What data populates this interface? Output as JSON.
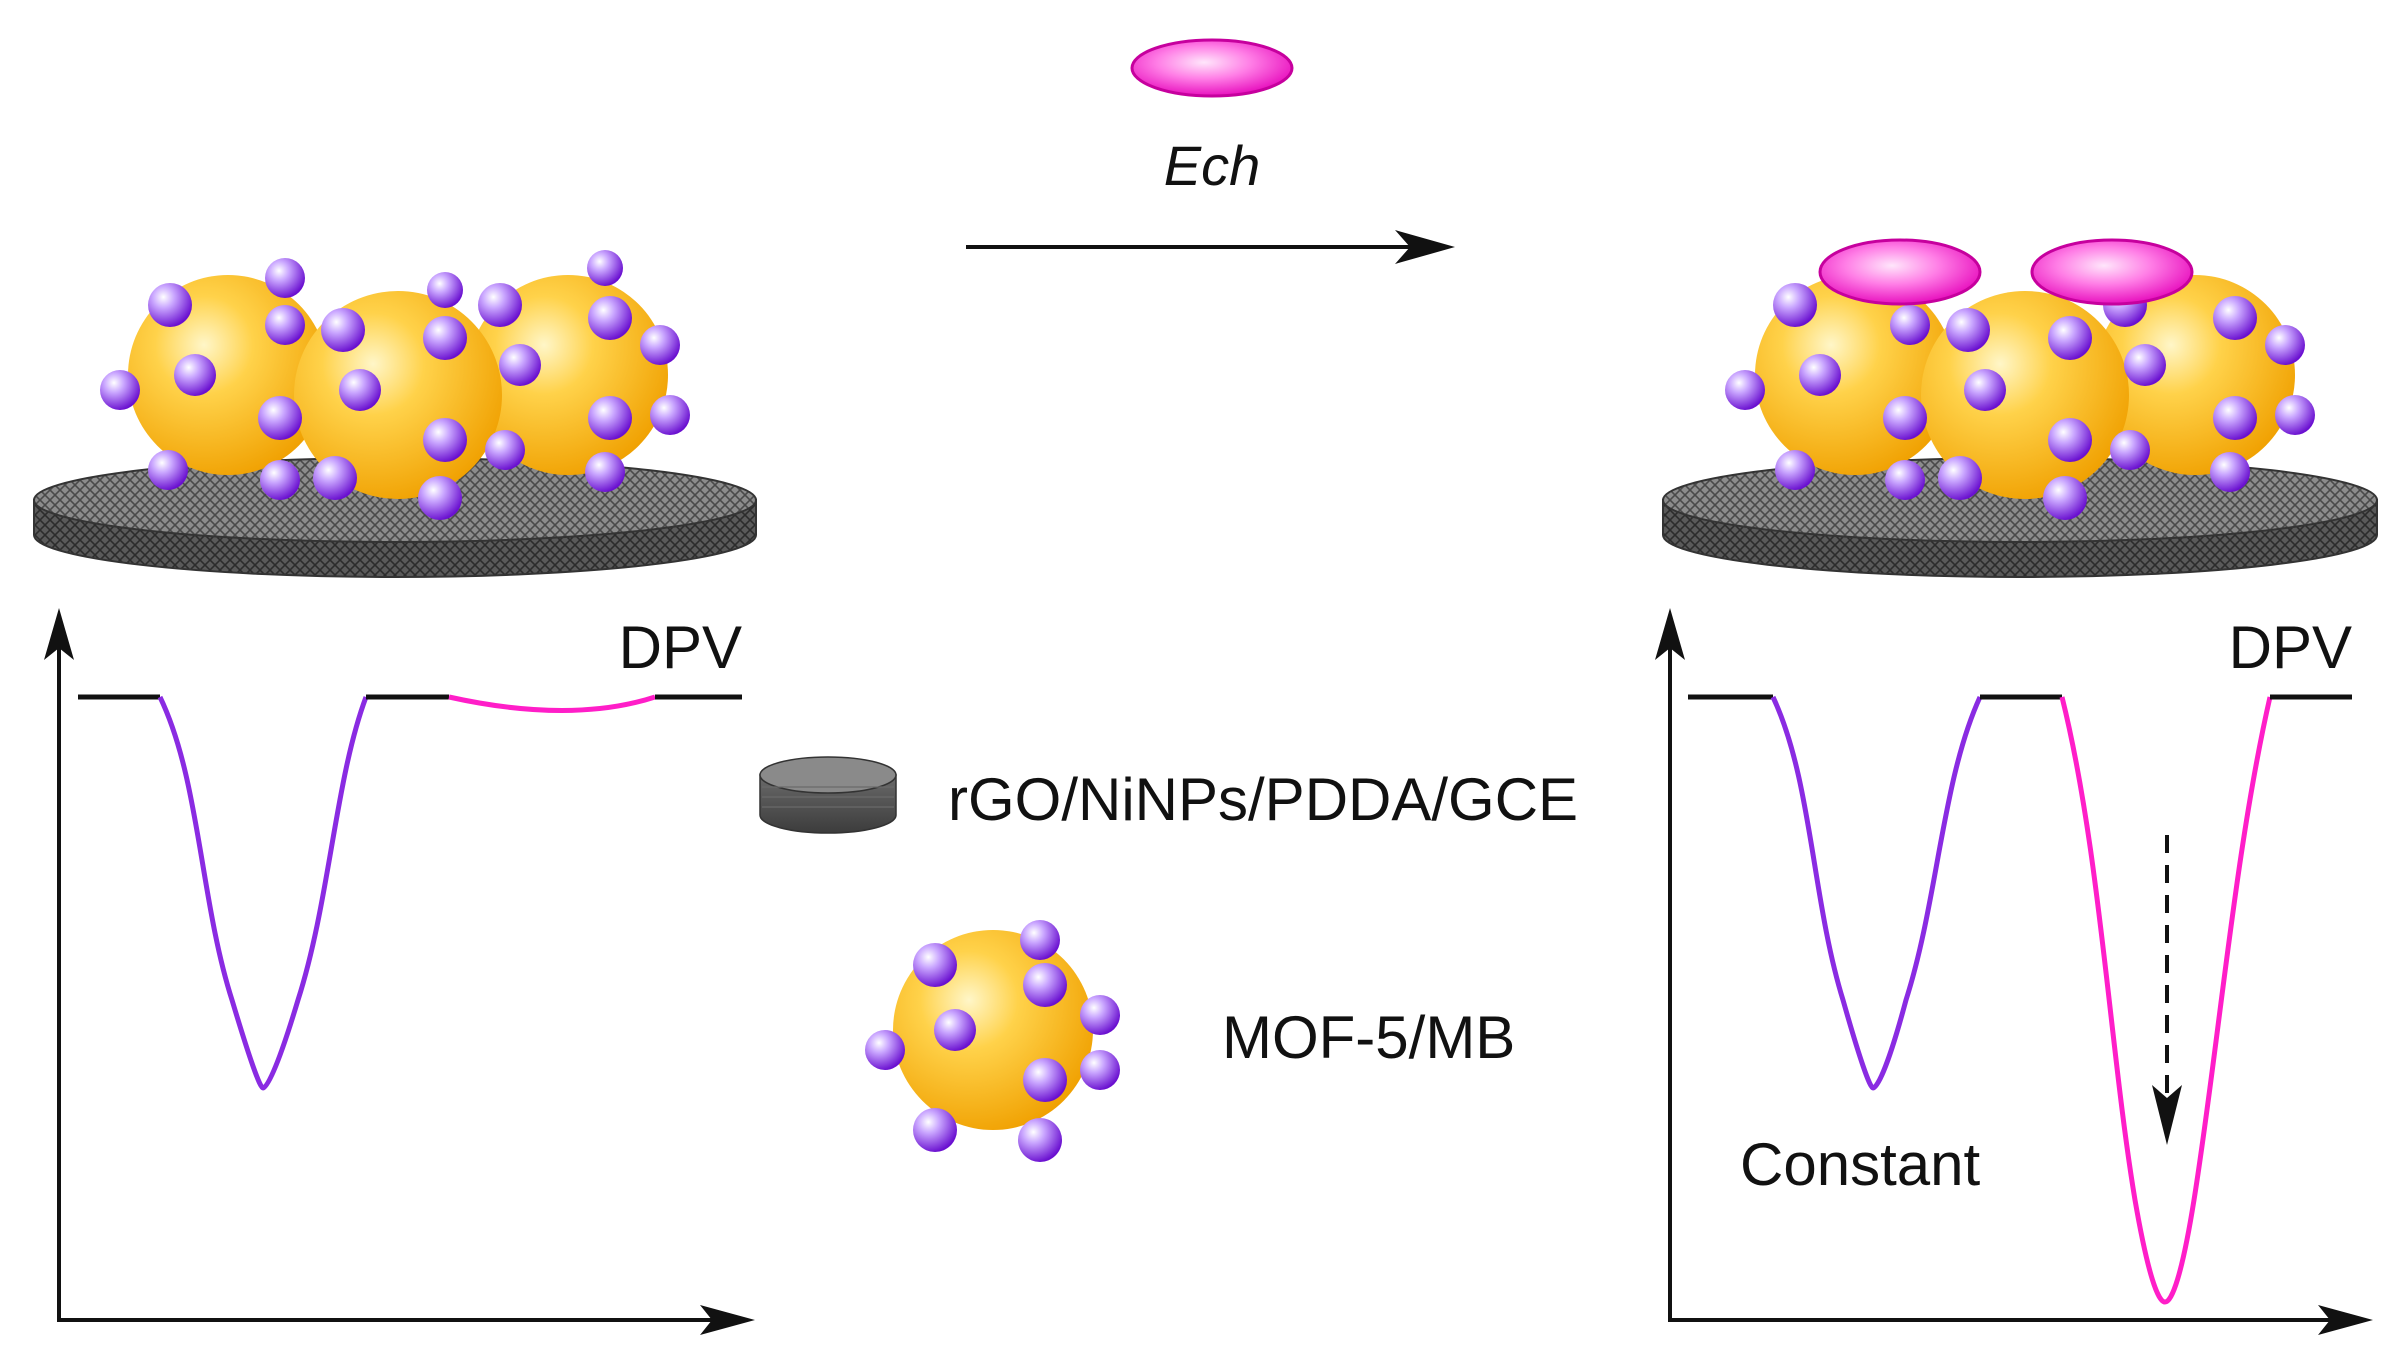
{
  "reagent_label": "Ech",
  "legend": {
    "electrode_label": "rGO/NiNPs/PDDA/GCE",
    "particle_label": "MOF-5/MB"
  },
  "left_plot": {
    "label": "DPV"
  },
  "right_plot": {
    "label": "DPV",
    "note": "Constant"
  },
  "colors": {
    "gold_center": "#ffe082",
    "gold_edge": "#f5a80f",
    "purple_center": "#e6d4ff",
    "purple_edge": "#7a1fd6",
    "purple_curve": "#8a2be2",
    "magenta": "#ff1ec8",
    "electrode_gray": "#7a7a7a"
  },
  "icons": {
    "electrode": "electrode-disk-icon",
    "particle": "mof-particle-icon",
    "reagent": "ech-ellipse-icon"
  }
}
